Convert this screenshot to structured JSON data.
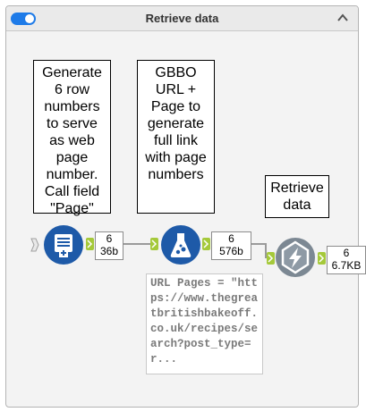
{
  "container": {
    "title": "Retrieve data",
    "toggle_state": "on",
    "collapse_icon": "chevron-up-icon"
  },
  "comments": {
    "generate_rows": "Generate\n6 row\nnumbers\nto serve\nas web\npage\nnumber.\nCall field\n\"Page\"",
    "formula": "GBBO\nURL +\nPage to\ngenerate\nfull link\nwith page\nnumbers",
    "download": "Retrieve\ndata"
  },
  "tools": [
    {
      "name": "generate-rows",
      "icon": "generate-rows-icon",
      "color": "#1e5aa8"
    },
    {
      "name": "formula",
      "icon": "formula-flask-icon",
      "color": "#1e5aa8"
    },
    {
      "name": "download",
      "icon": "download-bolt-icon",
      "color": "#7c8893"
    }
  ],
  "badges": {
    "b1_count": "6",
    "b1_size": "36b",
    "b2_count": "6",
    "b2_size": "576b",
    "b3_count": "6",
    "b3_size": "6.7KB"
  },
  "annotation": "URL Pages = \"https://www.thegreatbritishbakeoff.co.uk/recipes/search?post_type=r...",
  "colors": {
    "accent": "#1e7be8",
    "tool_blue": "#1e5aa8",
    "tool_gray": "#7c8893",
    "anchor_green": "#a5c93a"
  }
}
